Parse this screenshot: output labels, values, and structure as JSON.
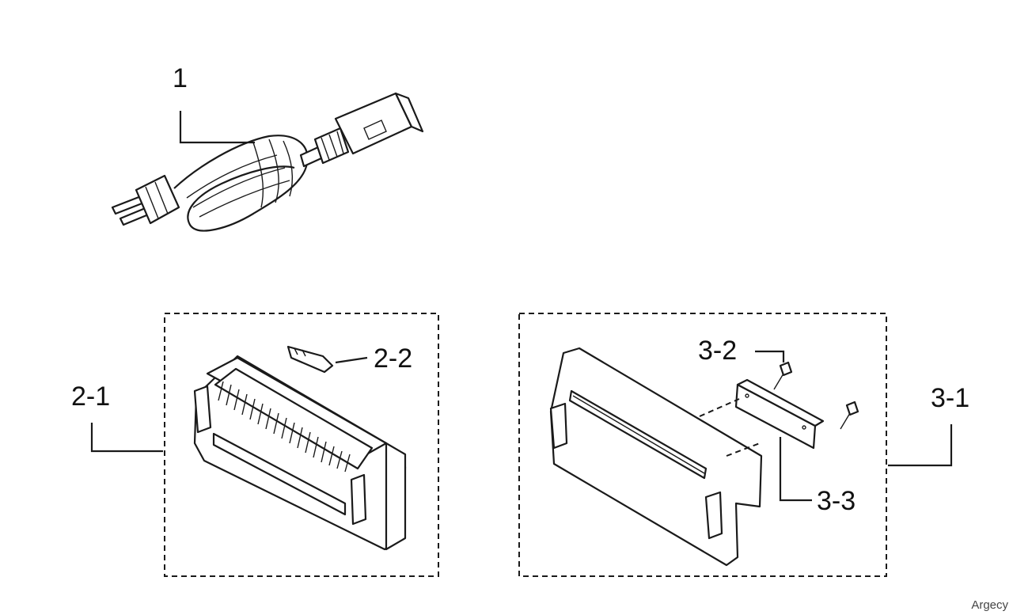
{
  "callouts": {
    "c1": "1",
    "c2_1": "2-1",
    "c2_2": "2-2",
    "c3_1": "3-1",
    "c3_2": "3-2",
    "c3_3": "3-3"
  },
  "watermark": "Argecy"
}
